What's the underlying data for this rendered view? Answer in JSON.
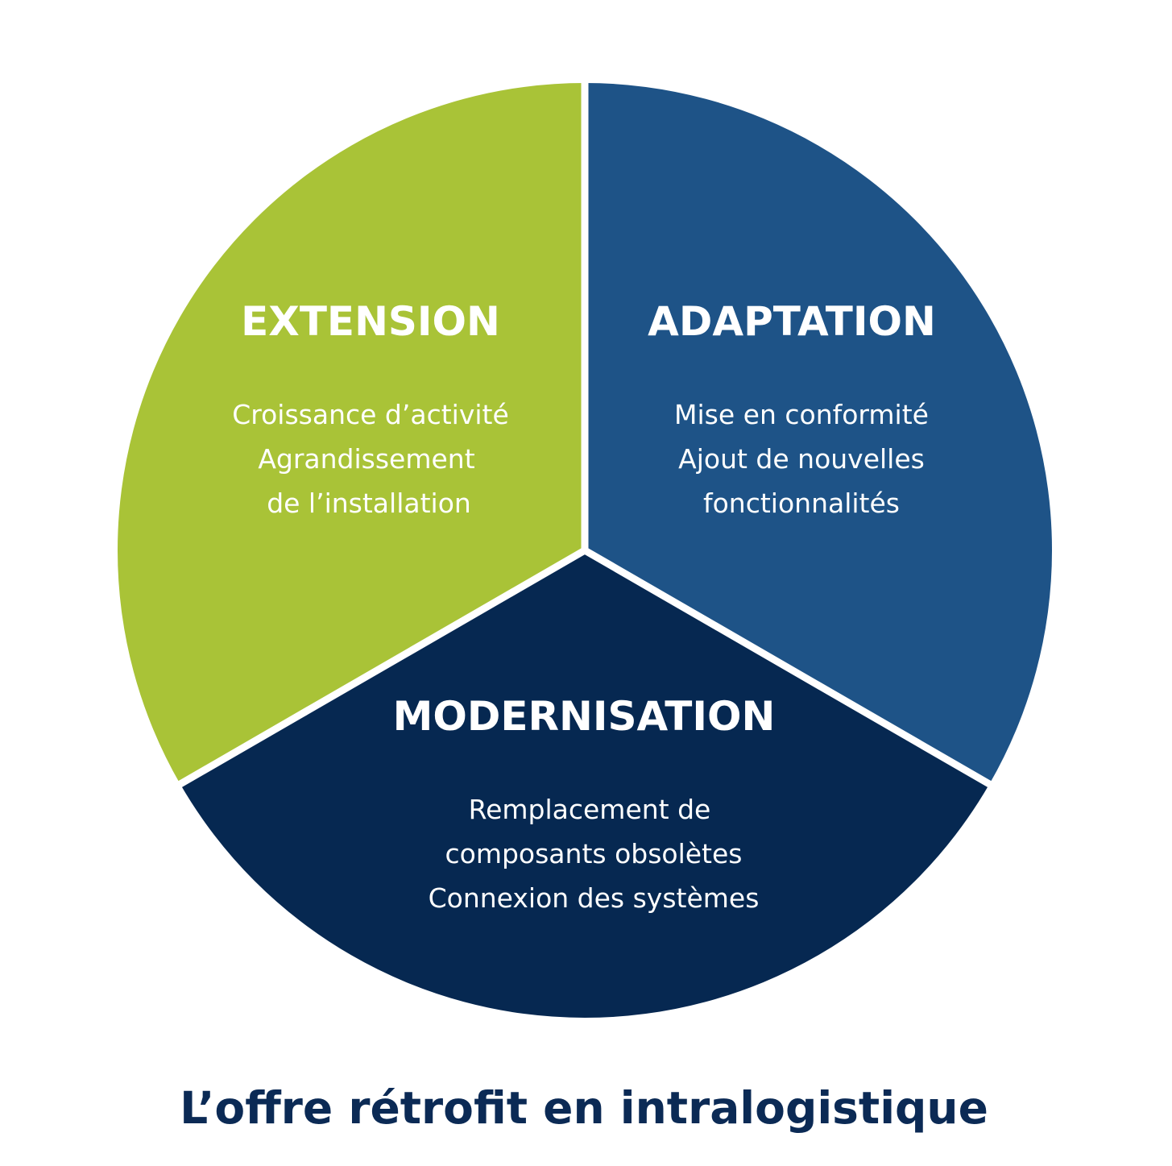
{
  "diagram": {
    "title": "L’offre rétrofit en intralogistique",
    "title_color": "#0b2a55",
    "separator_color": "#ffffff",
    "segments": [
      {
        "title": "EXTENSION",
        "lines": [
          "Croissance d’activité",
          "Agrandissement",
          "de l’installation"
        ],
        "color": "#a9c337"
      },
      {
        "title": "ADAPTATION",
        "lines": [
          "Mise en conformité",
          "Ajout de nouvelles",
          "fonctionnalités"
        ],
        "color": "#1e5387"
      },
      {
        "title": "MODERNISATION",
        "lines": [
          "Remplacement de",
          "composants obsolètes",
          "Connexion des systèmes"
        ],
        "color": "#062851"
      }
    ]
  }
}
